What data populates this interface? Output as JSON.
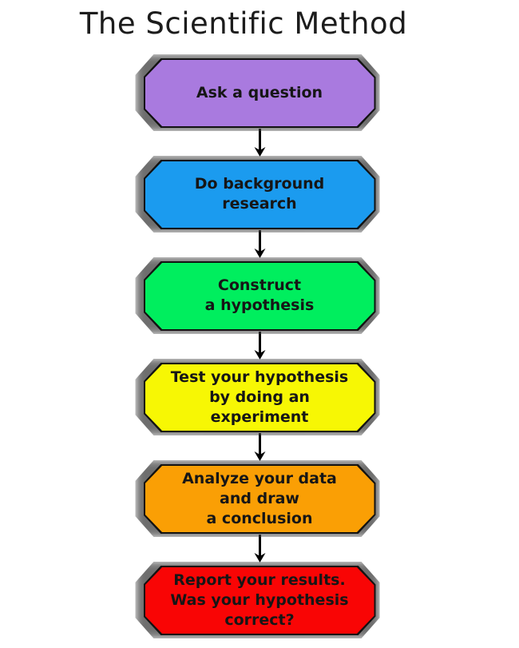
{
  "page": {
    "background_color": "#FFFFFF"
  },
  "header": {
    "title": "The Scientific Method",
    "title_color": "#1C1C1C"
  },
  "flowchart": {
    "connector_icon": "down-arrow",
    "outline_color": "#121212",
    "shadow_color": "#4A4A4A",
    "text_color": "#161616",
    "steps": [
      {
        "id": "ask-a-question",
        "label": "Ask a question",
        "color": "#A97ADF"
      },
      {
        "id": "do-background-research",
        "label": "Do background\nresearch",
        "color": "#1B9BEF"
      },
      {
        "id": "construct-a-hypothesis",
        "label": "Construct\na hypothesis",
        "color": "#00EE5E"
      },
      {
        "id": "test-your-hypothesis",
        "label": "Test your hypothesis\nby doing an\nexperiment",
        "color": "#F7F704"
      },
      {
        "id": "analyze-your-data",
        "label": "Analyze your data\nand draw\na conclusion",
        "color": "#FA9F05"
      },
      {
        "id": "report-your-results",
        "label": "Report your results.\nWas your hypothesis\ncorrect?",
        "color": "#F90505"
      }
    ]
  }
}
